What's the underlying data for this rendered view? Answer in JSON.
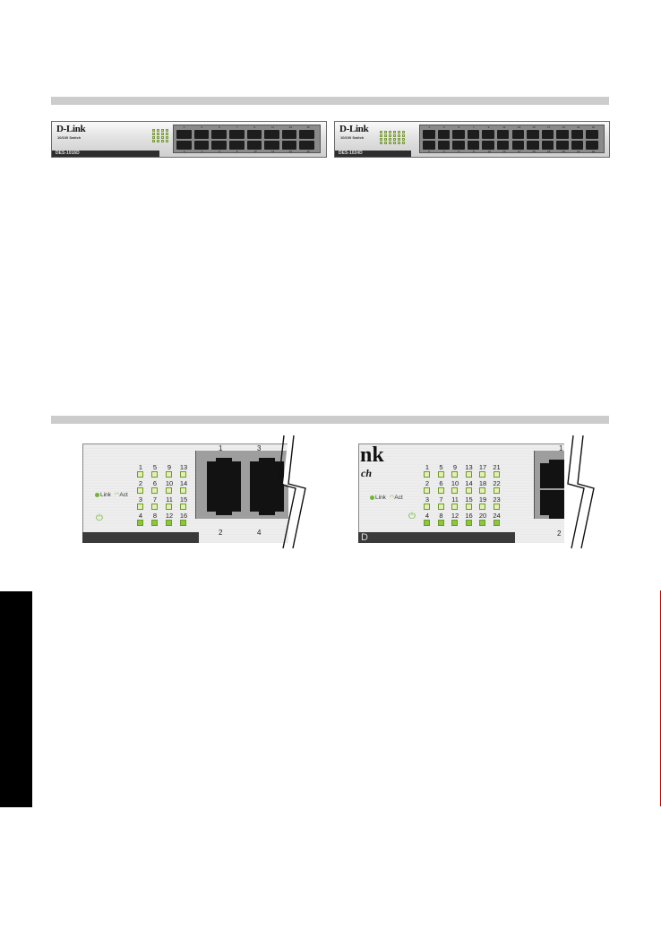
{
  "colors": {
    "section_bar": "#cccccc",
    "led_green": "#6cb82e",
    "side_tab": "#000000",
    "edge_line": "#c40000"
  },
  "switch_16": {
    "logo": "D-Link",
    "subtitle": "10/100 Switch",
    "model": "DES-1016D",
    "top_port_numbers": [
      "1",
      "3",
      "5",
      "7",
      "9",
      "11",
      "13",
      "15"
    ],
    "bottom_port_numbers": [
      "2",
      "4",
      "6",
      "8",
      "10",
      "12",
      "14",
      "16"
    ]
  },
  "switch_24": {
    "logo": "D-Link",
    "subtitle": "10/100 Switch",
    "model": "DES-1024D",
    "top_port_numbers": [
      "1",
      "3",
      "5",
      "7",
      "9",
      "11",
      "13",
      "15",
      "17",
      "19",
      "21",
      "23"
    ],
    "bottom_port_numbers": [
      "2",
      "4",
      "6",
      "8",
      "10",
      "12",
      "14",
      "16",
      "18",
      "20",
      "22",
      "24"
    ]
  },
  "detail_16": {
    "legend_link": "Link",
    "legend_act": "Act",
    "power_icon": "power-icon",
    "led_rows": [
      [
        "1",
        "5",
        "9",
        "13"
      ],
      [
        "2",
        "6",
        "10",
        "14"
      ],
      [
        "3",
        "7",
        "11",
        "15"
      ],
      [
        "4",
        "8",
        "12",
        "16"
      ]
    ],
    "port_top": [
      "1",
      "3"
    ],
    "port_bottom": [
      "2",
      "4"
    ]
  },
  "detail_24": {
    "logo_fragment": "nk",
    "subtitle_fragment": "ch",
    "model_fragment": "D",
    "legend_link": "Link",
    "legend_act": "Act",
    "power_icon": "power-icon",
    "led_rows": [
      [
        "1",
        "5",
        "9",
        "13",
        "17",
        "21"
      ],
      [
        "2",
        "6",
        "10",
        "14",
        "18",
        "22"
      ],
      [
        "3",
        "7",
        "11",
        "15",
        "19",
        "23"
      ],
      [
        "4",
        "8",
        "12",
        "16",
        "20",
        "24"
      ]
    ],
    "port_top": [
      "1"
    ],
    "port_bottom": [
      "2"
    ]
  }
}
